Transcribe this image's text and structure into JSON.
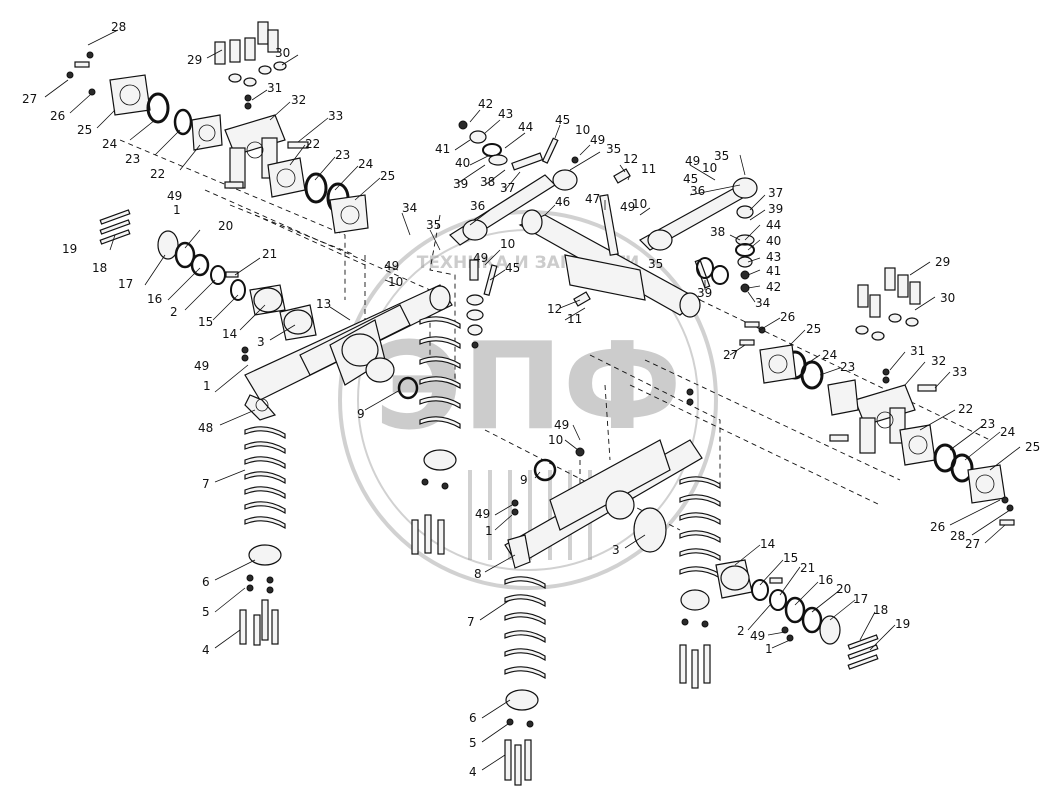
{
  "diagram": {
    "watermark": {
      "logo_text": "ЭПФ",
      "ring_text": "ТЕХНИКА И ЗАПЧАСТИ"
    },
    "callouts": [
      {
        "id": "c28a",
        "text": "28"
      },
      {
        "id": "c29a",
        "text": "29"
      },
      {
        "id": "c30a",
        "text": "30"
      },
      {
        "id": "c27a",
        "text": "27"
      },
      {
        "id": "c26a",
        "text": "26"
      },
      {
        "id": "c25a",
        "text": "25"
      },
      {
        "id": "c24a",
        "text": "24"
      },
      {
        "id": "c23a",
        "text": "23"
      },
      {
        "id": "c22a",
        "text": "22"
      },
      {
        "id": "c31a",
        "text": "31"
      },
      {
        "id": "c32a",
        "text": "32"
      },
      {
        "id": "c33a",
        "text": "33"
      },
      {
        "id": "c22b",
        "text": "22"
      },
      {
        "id": "c23b",
        "text": "23"
      },
      {
        "id": "c24b",
        "text": "24"
      },
      {
        "id": "c25b",
        "text": "25"
      },
      {
        "id": "c49a",
        "text": "49"
      },
      {
        "id": "c1a",
        "text": "1"
      },
      {
        "id": "c19a",
        "text": "19"
      },
      {
        "id": "c18a",
        "text": "18"
      },
      {
        "id": "c17a",
        "text": "17"
      },
      {
        "id": "c20a",
        "text": "20"
      },
      {
        "id": "c16a",
        "text": "16"
      },
      {
        "id": "c2a",
        "text": "2"
      },
      {
        "id": "c21a",
        "text": "21"
      },
      {
        "id": "c15a",
        "text": "15"
      },
      {
        "id": "c14a",
        "text": "14"
      },
      {
        "id": "c3a",
        "text": "3"
      },
      {
        "id": "c13a",
        "text": "13"
      },
      {
        "id": "c49b",
        "text": "49"
      },
      {
        "id": "c1b",
        "text": "1"
      },
      {
        "id": "c48a",
        "text": "48"
      },
      {
        "id": "c9a",
        "text": "9"
      },
      {
        "id": "c7a",
        "text": "7"
      },
      {
        "id": "c6a",
        "text": "6"
      },
      {
        "id": "c5a",
        "text": "5"
      },
      {
        "id": "c4a",
        "text": "4"
      },
      {
        "id": "c34a",
        "text": "34"
      },
      {
        "id": "c35a",
        "text": "35"
      },
      {
        "id": "c49c",
        "text": "49"
      },
      {
        "id": "c10a",
        "text": "10"
      },
      {
        "id": "c42a",
        "text": "42"
      },
      {
        "id": "c43a",
        "text": "43"
      },
      {
        "id": "c41a",
        "text": "41"
      },
      {
        "id": "c44a",
        "text": "44"
      },
      {
        "id": "c40a",
        "text": "40"
      },
      {
        "id": "c39a",
        "text": "39"
      },
      {
        "id": "c38a",
        "text": "38"
      },
      {
        "id": "c37a",
        "text": "37"
      },
      {
        "id": "c45a",
        "text": "45"
      },
      {
        "id": "c10b",
        "text": "10"
      },
      {
        "id": "c49d",
        "text": "49"
      },
      {
        "id": "c35b",
        "text": "35"
      },
      {
        "id": "c12a",
        "text": "12"
      },
      {
        "id": "c11a",
        "text": "11"
      },
      {
        "id": "c36a",
        "text": "36"
      },
      {
        "id": "c46a",
        "text": "46"
      },
      {
        "id": "c47a",
        "text": "47"
      },
      {
        "id": "c10c",
        "text": "10"
      },
      {
        "id": "c49e",
        "text": "49"
      },
      {
        "id": "c45b",
        "text": "45"
      },
      {
        "id": "c12b",
        "text": "12"
      },
      {
        "id": "c11b",
        "text": "11"
      },
      {
        "id": "c49f",
        "text": "49"
      },
      {
        "id": "c10d",
        "text": "10"
      },
      {
        "id": "c35c",
        "text": "35"
      },
      {
        "id": "c45c",
        "text": "45"
      },
      {
        "id": "c36b",
        "text": "36"
      },
      {
        "id": "c37b",
        "text": "37"
      },
      {
        "id": "c49g",
        "text": "49"
      },
      {
        "id": "c10e",
        "text": "10"
      },
      {
        "id": "c39b",
        "text": "39"
      },
      {
        "id": "c38b",
        "text": "38"
      },
      {
        "id": "c44b",
        "text": "44"
      },
      {
        "id": "c40b",
        "text": "40"
      },
      {
        "id": "c43b",
        "text": "43"
      },
      {
        "id": "c41b",
        "text": "41"
      },
      {
        "id": "c42b",
        "text": "42"
      },
      {
        "id": "c35d",
        "text": "35"
      },
      {
        "id": "c39c",
        "text": "39"
      },
      {
        "id": "c34b",
        "text": "34"
      },
      {
        "id": "c29b",
        "text": "29"
      },
      {
        "id": "c30b",
        "text": "30"
      },
      {
        "id": "c26b",
        "text": "26"
      },
      {
        "id": "c25c",
        "text": "25"
      },
      {
        "id": "c27b",
        "text": "27"
      },
      {
        "id": "c24c",
        "text": "24"
      },
      {
        "id": "c23c",
        "text": "23"
      },
      {
        "id": "c31b",
        "text": "31"
      },
      {
        "id": "c32b",
        "text": "32"
      },
      {
        "id": "c33b",
        "text": "33"
      },
      {
        "id": "c22c",
        "text": "22"
      },
      {
        "id": "c23d",
        "text": "23"
      },
      {
        "id": "c24d",
        "text": "24"
      },
      {
        "id": "c25d",
        "text": "25"
      },
      {
        "id": "c26c",
        "text": "26"
      },
      {
        "id": "c28b",
        "text": "28"
      },
      {
        "id": "c27c",
        "text": "27"
      },
      {
        "id": "c49h",
        "text": "49"
      },
      {
        "id": "c10f",
        "text": "10"
      },
      {
        "id": "c9b",
        "text": "9"
      },
      {
        "id": "c49i",
        "text": "49"
      },
      {
        "id": "c1c",
        "text": "1"
      },
      {
        "id": "c8a",
        "text": "8"
      },
      {
        "id": "c3b",
        "text": "3"
      },
      {
        "id": "c7b",
        "text": "7"
      },
      {
        "id": "c6b",
        "text": "6"
      },
      {
        "id": "c5b",
        "text": "5"
      },
      {
        "id": "c4b",
        "text": "4"
      },
      {
        "id": "c14b",
        "text": "14"
      },
      {
        "id": "c15b",
        "text": "15"
      },
      {
        "id": "c21b",
        "text": "21"
      },
      {
        "id": "c16b",
        "text": "16"
      },
      {
        "id": "c20b",
        "text": "20"
      },
      {
        "id": "c17b",
        "text": "17"
      },
      {
        "id": "c18b",
        "text": "18"
      },
      {
        "id": "c19b",
        "text": "19"
      },
      {
        "id": "c2b",
        "text": "2"
      },
      {
        "id": "c49j",
        "text": "49"
      },
      {
        "id": "c1d",
        "text": "1"
      }
    ]
  }
}
